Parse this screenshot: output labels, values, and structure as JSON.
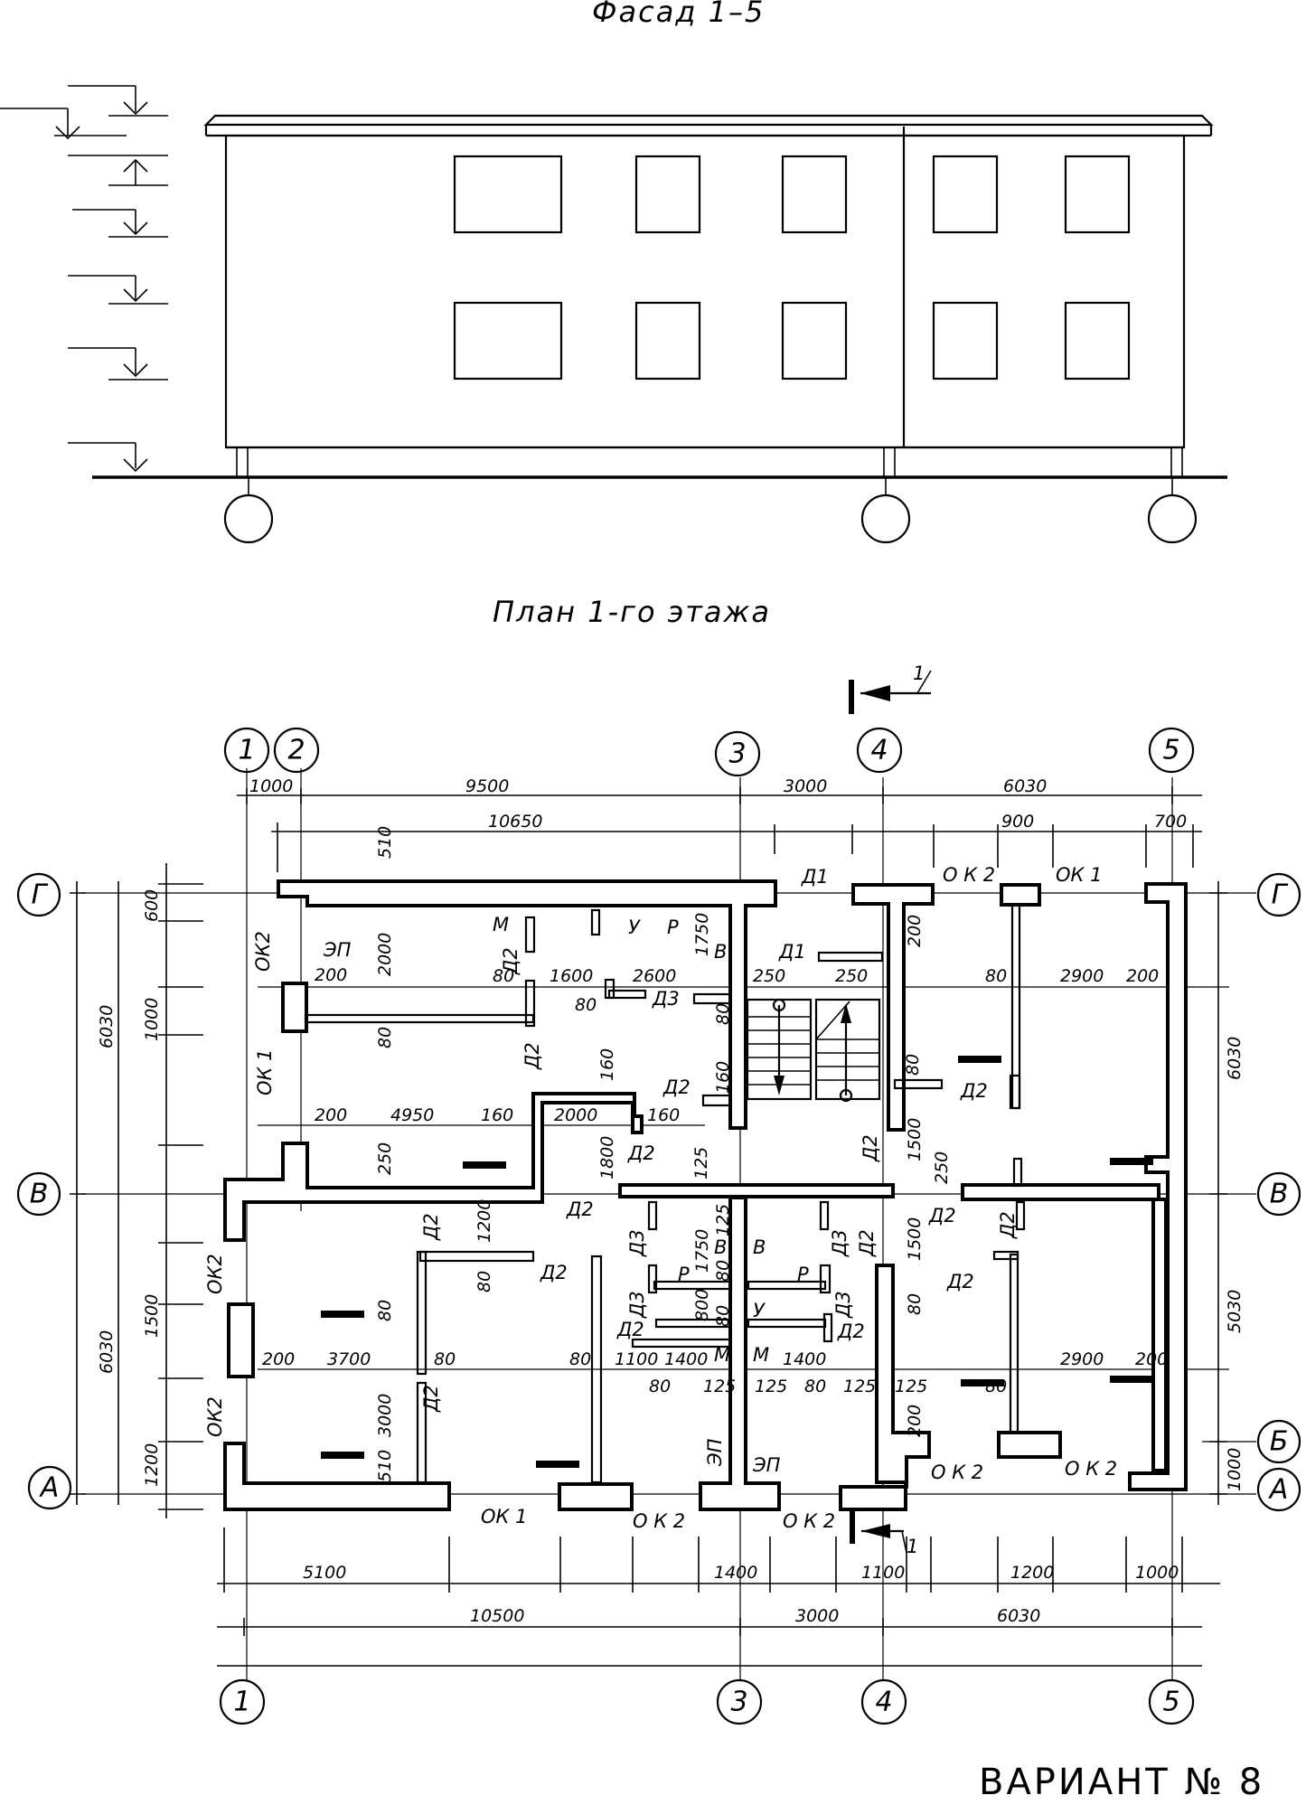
{
  "titles": {
    "facade": "Фасад 1–5",
    "plan": "План 1-го этажа",
    "variant": "ВАРИАНТ № 8"
  },
  "axes": {
    "cols": [
      "1",
      "2",
      "3",
      "4",
      "5"
    ],
    "rows": [
      "Г",
      "В",
      "Б",
      "А"
    ]
  },
  "section_mark": "1",
  "dims_top": {
    "row1": [
      "1000",
      "9500",
      "3000",
      "6030"
    ],
    "row2": [
      "10650",
      "900",
      "700"
    ]
  },
  "dims_bottom": {
    "row1": [
      "5100",
      "1400",
      "1100",
      "1200",
      "1000"
    ],
    "row2": [
      "10500",
      "3000",
      "6030"
    ]
  },
  "dims_left": {
    "outer": [
      "6030",
      "6030"
    ],
    "inner": [
      "600",
      "1000",
      "1500",
      "1200"
    ]
  },
  "dims_right": {
    "outer": [
      "6030",
      "5030",
      "1000"
    ]
  },
  "dims_inner": {
    "d510": "510",
    "d2000": "2000",
    "d1750": "1750",
    "d200": "200",
    "d80": "80",
    "d1600": "1600",
    "d2600": "2600",
    "d250": "250",
    "d2900": "2900",
    "d160": "160",
    "d4950": "4950",
    "d1800": "1800",
    "d125": "125",
    "d1500": "1500",
    "d1200": "1200",
    "d3700": "3700",
    "d3000": "3000",
    "d1100": "1100",
    "d1400": "1400",
    "d800": "800"
  },
  "labels": {
    "ep": "ЭП",
    "m": "М",
    "u": "У",
    "r": "Р",
    "v": "В",
    "ok1": "ОК 1",
    "ok2": "ОК2",
    "ok2s": "О К 2",
    "d1": "Д1",
    "d2": "Д2",
    "d3": "Д3"
  }
}
